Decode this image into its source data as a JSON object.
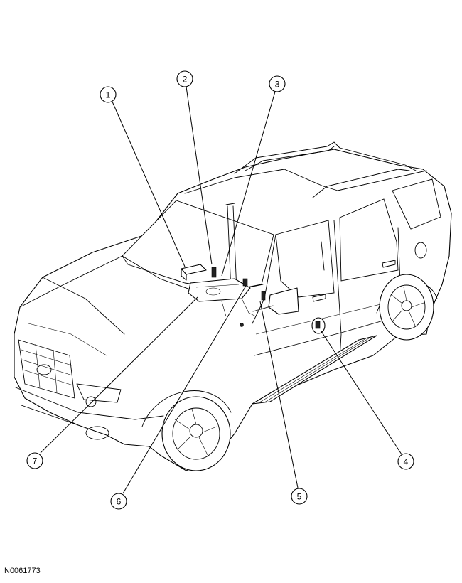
{
  "figure_id": "N0061773",
  "callouts": [
    {
      "number": "1"
    },
    {
      "number": "2"
    },
    {
      "number": "3"
    },
    {
      "number": "4"
    },
    {
      "number": "5"
    },
    {
      "number": "6"
    },
    {
      "number": "7"
    }
  ]
}
